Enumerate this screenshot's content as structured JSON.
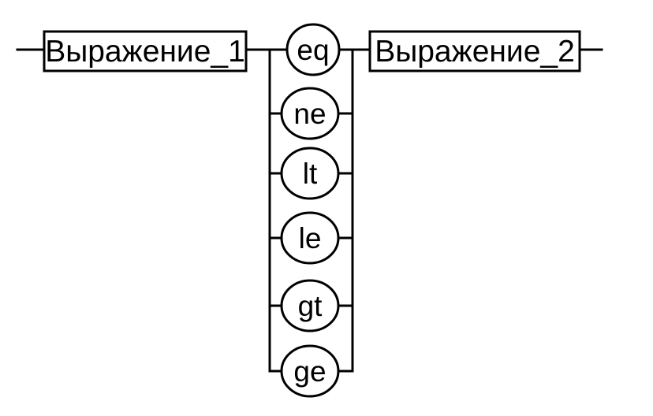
{
  "diagram": {
    "expression_1": "Выражение_1",
    "expression_2": "Выражение_2",
    "operators": [
      "eq",
      "ne",
      "lt",
      "le",
      "gt",
      "ge"
    ]
  }
}
